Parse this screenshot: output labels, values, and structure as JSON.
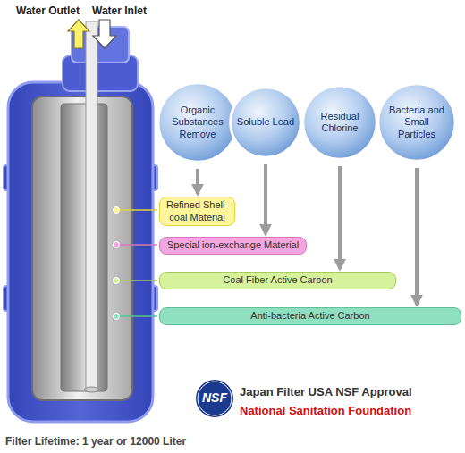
{
  "diagram": {
    "nodes": [
      {
        "text": [
          "Organic Substances Remove"
        ]
      },
      {
        "text": [
          "Soluble Lead"
        ]
      },
      {
        "text": [
          "Residual Chlorine"
        ]
      },
      {
        "text": [
          "Bacteria and Small Particles"
        ]
      },
      {
        "text": [
          "Refined Shell-coal Material"
        ]
      },
      {
        "text": [
          "Special ion-exchange Material"
        ]
      },
      {
        "text": [
          "Coal Fiber Active Carbon"
        ]
      },
      {
        "text": [
          "Anti-bacteria Active Carbon"
        ]
      }
    ],
    "edges": [
      {
        "from": 0,
        "to": 4,
        "arrow": "to"
      },
      {
        "from": 1,
        "to": 5,
        "arrow": "to"
      },
      {
        "from": 2,
        "to": 6,
        "arrow": "to"
      },
      {
        "from": 3,
        "to": 7,
        "arrow": "to"
      }
    ],
    "labels": [
      "Water Outlet",
      "Water Inlet",
      "NSF",
      "Japan Filter USA NSF Approval",
      "National Sanitation Foundation",
      "Filter Lifetime: 1 year or 12000 Liter"
    ]
  }
}
